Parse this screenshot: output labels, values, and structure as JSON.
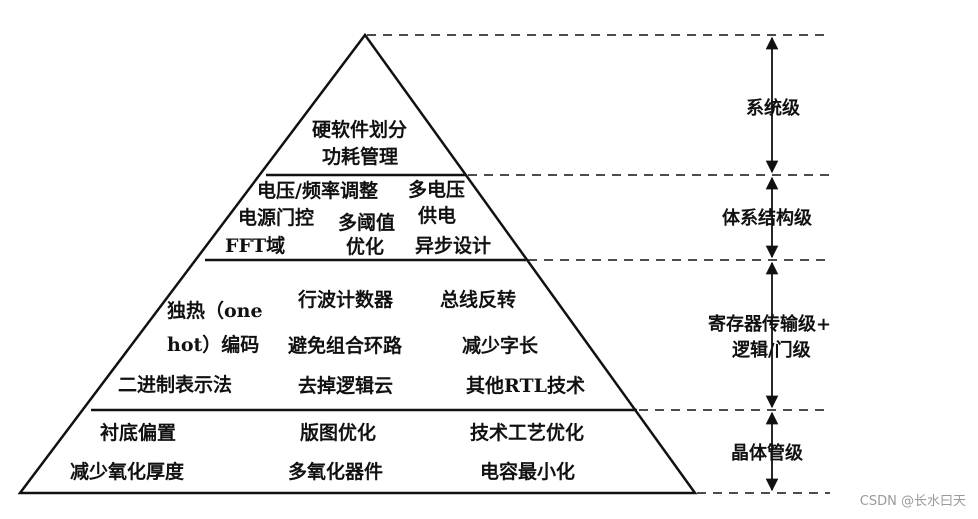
{
  "pyramid": {
    "system_level": {
      "items": [
        "硬软件划分",
        "功耗管理"
      ]
    },
    "architecture_level": {
      "items": [
        "电压/频率调整",
        "多电压",
        "电源门控",
        "多阈值",
        "供电",
        "FFT域",
        "优化",
        "异步设计"
      ]
    },
    "rtl_gate_level": {
      "items": [
        "独热（one",
        "hot）编码",
        "二进制表示法",
        "行波计数器",
        "避免组合环路",
        "去掉逻辑云",
        "总线反转",
        "减少字长",
        "其他RTL技术"
      ]
    },
    "transistor_level": {
      "items": [
        "衬底偏置",
        "版图优化",
        "技术工艺优化",
        "减少氧化厚度",
        "多氧化器件",
        "电容最小化"
      ]
    }
  },
  "levels": {
    "system": "系统级",
    "architecture": "体系结构级",
    "rtl_line1": "寄存器传输级+",
    "rtl_line2": "逻辑/门级",
    "transistor": "晶体管级"
  },
  "watermark": "CSDN @长水曰天"
}
